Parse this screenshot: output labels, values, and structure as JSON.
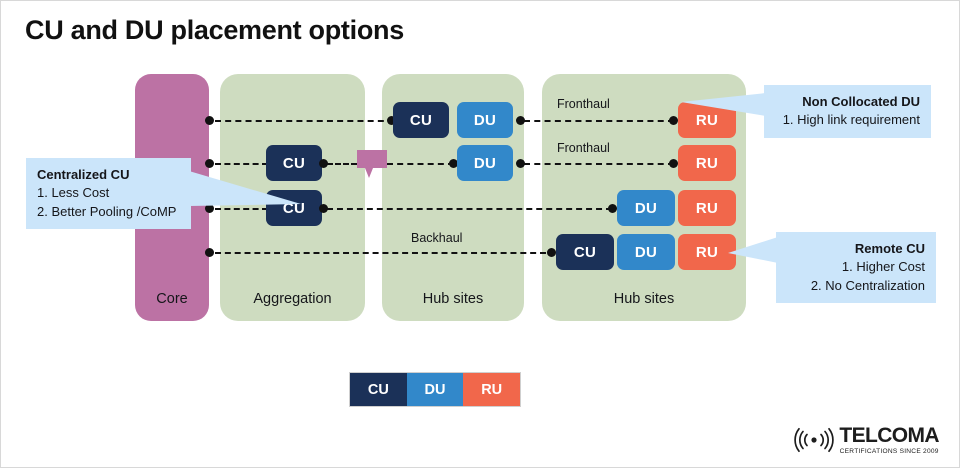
{
  "slide": {
    "title": "CU and DU placement options"
  },
  "columns": [
    {
      "id": "core",
      "label": "Core",
      "color": "#bc72a4"
    },
    {
      "id": "agg",
      "label": "Aggregation",
      "color": "#cedcc0"
    },
    {
      "id": "hub1",
      "label": "Hub sites",
      "color": "#cedcc0"
    },
    {
      "id": "hub2",
      "label": "Hub sites",
      "color": "#cedcc0"
    }
  ],
  "nodes": {
    "cu": "CU",
    "du": "DU",
    "ru": "RU"
  },
  "link_labels": {
    "fronthaul_1": "Fronthaul",
    "fronthaul_2": "Fronthaul",
    "backhaul": "Backhaul"
  },
  "callouts": {
    "centralized_cu": {
      "title": "Centralized CU",
      "line1": "1. Less Cost",
      "line2": "2. Better Pooling /CoMP"
    },
    "non_collocated_du": {
      "title": "Non Collocated DU",
      "line1": "1. High link requirement"
    },
    "remote_cu": {
      "title": "Remote CU",
      "line1": "1. Higher Cost",
      "line2": "2. No Centralization"
    }
  },
  "legend": {
    "items": [
      {
        "label": "CU",
        "color": "#1b3158"
      },
      {
        "label": "DU",
        "color": "#3288ca"
      },
      {
        "label": "RU",
        "color": "#f1674b"
      }
    ]
  },
  "logo": {
    "brand": "TELCOMA",
    "tagline": "CERTIFICATIONS SINCE 2009"
  },
  "colors": {
    "cu": "#1b3158",
    "du": "#3288ca",
    "ru": "#f1674b",
    "core": "#bc72a4",
    "zone": "#cedcc0",
    "callout": "#cbe5fa"
  }
}
